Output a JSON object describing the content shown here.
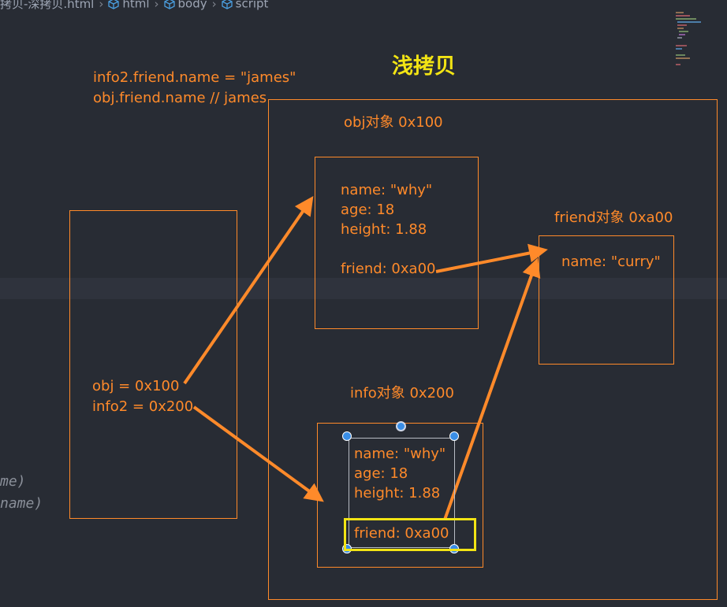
{
  "breadcrumb": {
    "file": "拷贝-深拷贝.html",
    "items": [
      "html",
      "body",
      "script"
    ]
  },
  "background_code": {
    "line1": "me)",
    "line2": "name)"
  },
  "diagram": {
    "title": "浅拷贝",
    "code_lines": [
      "info2.friend.name = \"james\"",
      "obj.friend.name // james"
    ],
    "stack_lines": [
      "obj = 0x100",
      "info2 = 0x200"
    ],
    "obj_label": "obj对象 0x100",
    "obj_props": [
      "name: \"why\"",
      "age: 18",
      "height: 1.88"
    ],
    "obj_friend": "friend: 0xa00",
    "friend_label": "friend对象 0xa00",
    "friend_props": [
      "name: \"curry\""
    ],
    "info_label": "info对象 0x200",
    "info_props": [
      "name: \"why\"",
      "age: 18",
      "height: 1.88"
    ],
    "info_friend": "friend: 0xa00"
  },
  "colors": {
    "orange": "#ff8a2a",
    "title_yellow": "#f2e414",
    "background": "#282c34"
  }
}
